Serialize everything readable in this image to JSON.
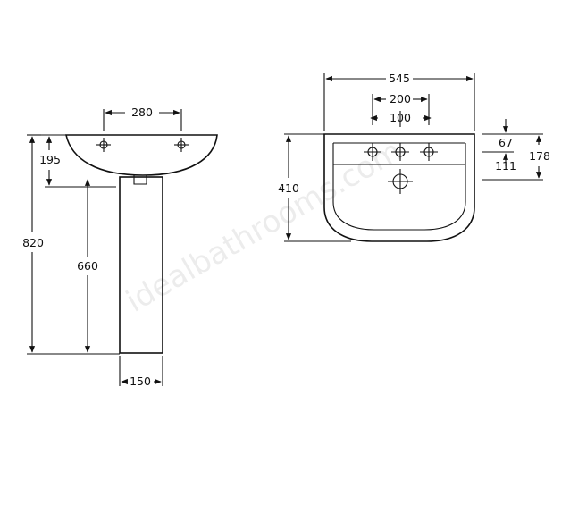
{
  "dimensions": {
    "front_bowl_tap_spacing": "280",
    "front_bowl_height": "195",
    "front_overall_height": "820",
    "front_pedestal_height": "660",
    "front_pedestal_width": "150",
    "plan_overall_width": "545",
    "plan_outer_tap_spacing": "200",
    "plan_inner_tap_spacing": "100",
    "plan_depth": "410",
    "plan_tap_deck": "67",
    "plan_waste_offset": "111",
    "plan_side_total": "178"
  },
  "watermark": "idealbathrooms.com",
  "colors": {
    "line": "#111111",
    "background": "#ffffff"
  }
}
